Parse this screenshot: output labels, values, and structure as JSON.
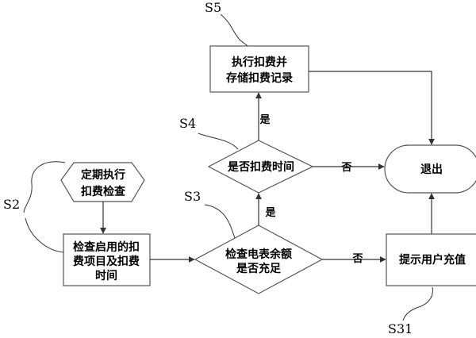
{
  "nodes": {
    "start": {
      "lines": [
        "定期执行",
        "扣费检查"
      ]
    },
    "check_items": {
      "lines": [
        "检查启用的扣",
        "费项目及扣费",
        "时间"
      ]
    },
    "balance": {
      "lines": [
        "检查电表余额",
        "是否充足"
      ]
    },
    "time": {
      "lines": [
        "是否扣费时间"
      ]
    },
    "execute": {
      "lines": [
        "执行扣费并",
        "存储扣费记录"
      ]
    },
    "exit": {
      "lines": [
        "退出"
      ]
    },
    "prompt": {
      "lines": [
        "提示用户充值"
      ]
    }
  },
  "edges": {
    "balance_yes": "是",
    "balance_no": "否",
    "time_yes": "是",
    "time_no": "否"
  },
  "steps": {
    "s2": "S2",
    "s3": "S3",
    "s4": "S4",
    "s5": "S5",
    "s31": "S31"
  }
}
